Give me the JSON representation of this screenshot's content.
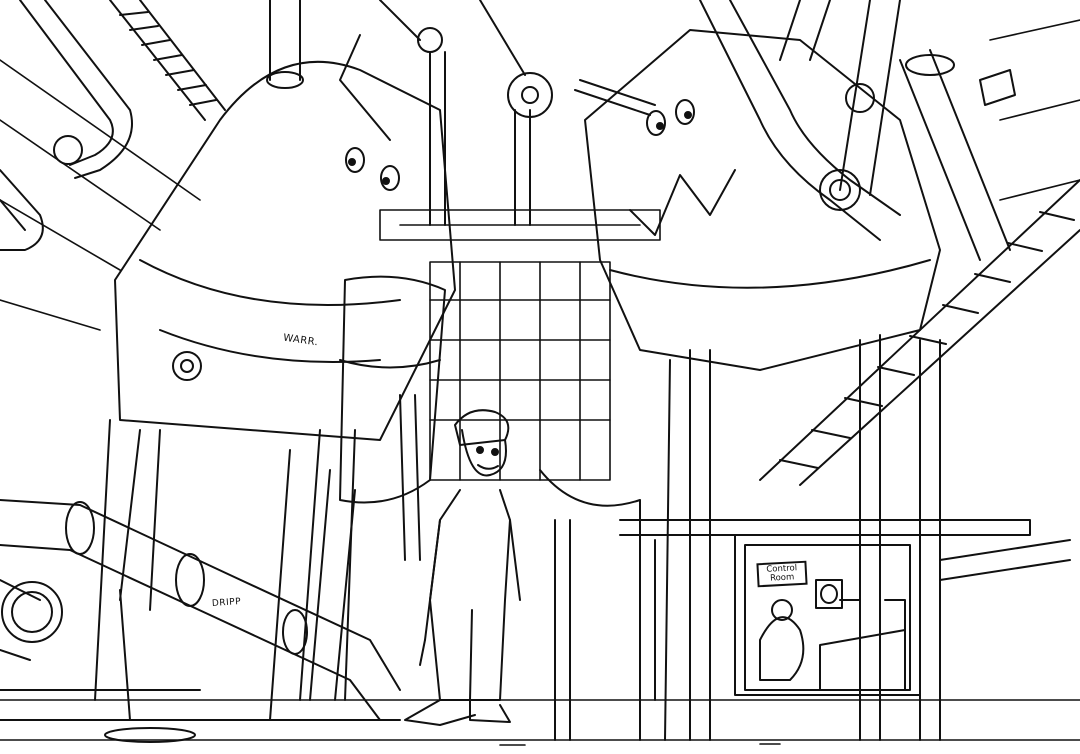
{
  "scene": {
    "image_kind": "black-and-white line-art illustration",
    "ink_color": "#111111",
    "paper_color": "#ffffff"
  },
  "labels": {
    "warr": "WARR.",
    "dripp": "DRIPP",
    "control_room_line1": "Control",
    "control_room_line2": "Room"
  }
}
